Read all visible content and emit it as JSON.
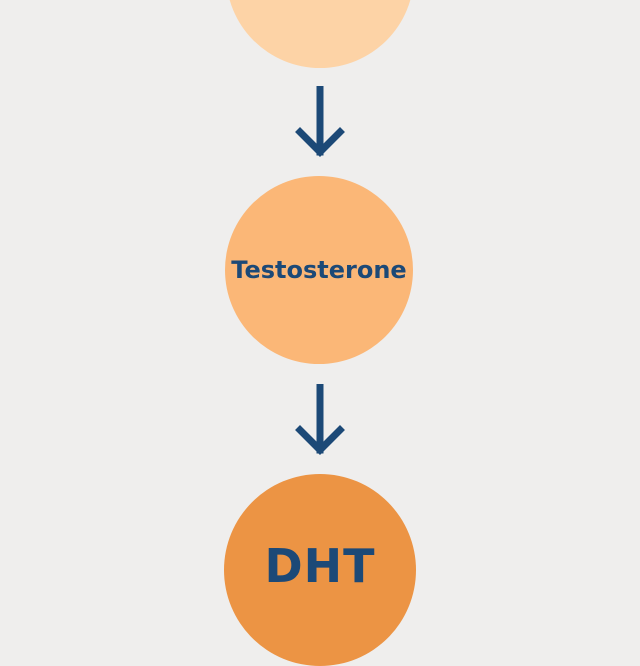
{
  "diagram": {
    "nodes": [
      {
        "id": "top",
        "label": "",
        "color": "#fdd3a6"
      },
      {
        "id": "testosterone",
        "label": "Testosterone",
        "color": "#fbb777"
      },
      {
        "id": "dht",
        "label": "DHT",
        "color": "#ec9444"
      }
    ],
    "text_color": "#1c4977",
    "arrow_color": "#1c4977",
    "background": "#efeeed"
  }
}
